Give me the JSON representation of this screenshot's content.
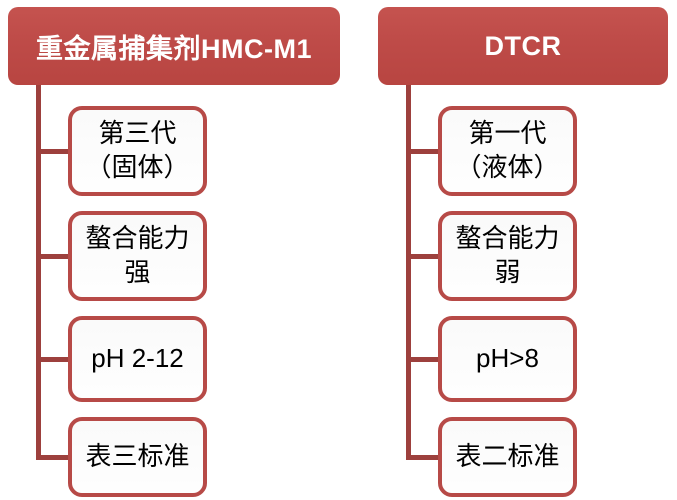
{
  "diagram": {
    "type": "hierarchy-comparison",
    "colors": {
      "header_fill": "#be4b48",
      "header_text": "#ffffff",
      "box_border": "#b74a47",
      "box_fill": "#fcfcfc",
      "connector": "#9d403d",
      "item_text": "#000000",
      "background": "#ffffff"
    },
    "columns": [
      {
        "header": "重金属捕集剂HMC-M1",
        "items": [
          {
            "line1": "第三代",
            "line2": "（固体）"
          },
          {
            "line1": "螯合能力",
            "line2": "强"
          },
          {
            "line1": "pH 2-12",
            "line2": ""
          },
          {
            "line1": "表三标准",
            "line2": ""
          }
        ]
      },
      {
        "header": "DTCR",
        "items": [
          {
            "line1": "第一代",
            "line2": "（液体）"
          },
          {
            "line1": "螯合能力",
            "line2": "弱"
          },
          {
            "line1": "pH>8",
            "line2": ""
          },
          {
            "line1": "表二标准",
            "line2": ""
          }
        ]
      }
    ]
  }
}
